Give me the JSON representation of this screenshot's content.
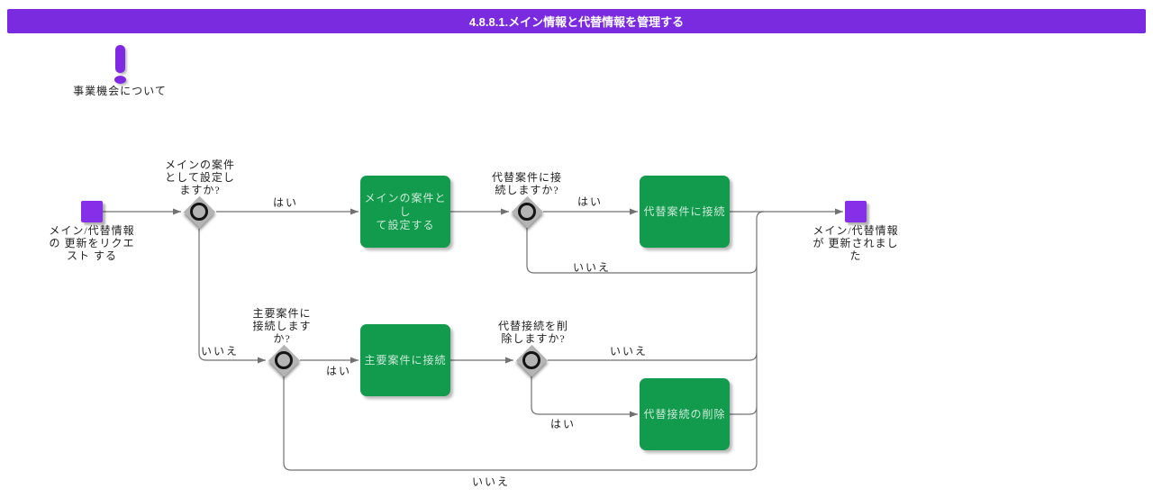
{
  "header": {
    "title": "4.8.8.1.メイン情報と代替情報を管理する"
  },
  "annotation": {
    "label": "事業機会について"
  },
  "colors": {
    "accent_purple": "#7b2bdf",
    "event_purple": "#8530e8",
    "task_green": "#129b4d",
    "gateway_gray": "#b4b4b4",
    "connector_gray": "#717171"
  },
  "nodes": {
    "start": {
      "label": "メイン/代替情報\nの 更新をリクエ\nスト する"
    },
    "gw1": {
      "label": "メインの案件\nとして設定し\nますか?"
    },
    "task1": {
      "label": "メインの案件とし\nて設定する"
    },
    "gw2": {
      "label": "代替案件に接\n続しますか?"
    },
    "task2": {
      "label": "代替案件に接続"
    },
    "end": {
      "label": "メイン/代替情報\nが 更新されまし\nた"
    },
    "gw3": {
      "label": "主要案件に\n接続します\nか?"
    },
    "task3": {
      "label": "主要案件に接続"
    },
    "gw4": {
      "label": "代替接続を削\n除しますか?"
    },
    "task4": {
      "label": "代替接続の削除"
    }
  },
  "edge_labels": {
    "gw1_yes": "はい",
    "gw1_no": "いいえ",
    "gw2_yes": "はい",
    "gw2_no": "いいえ",
    "gw3_yes": "はい",
    "gw3_no": "いいえ",
    "gw4_yes": "はい",
    "gw4_no": "いいえ"
  }
}
